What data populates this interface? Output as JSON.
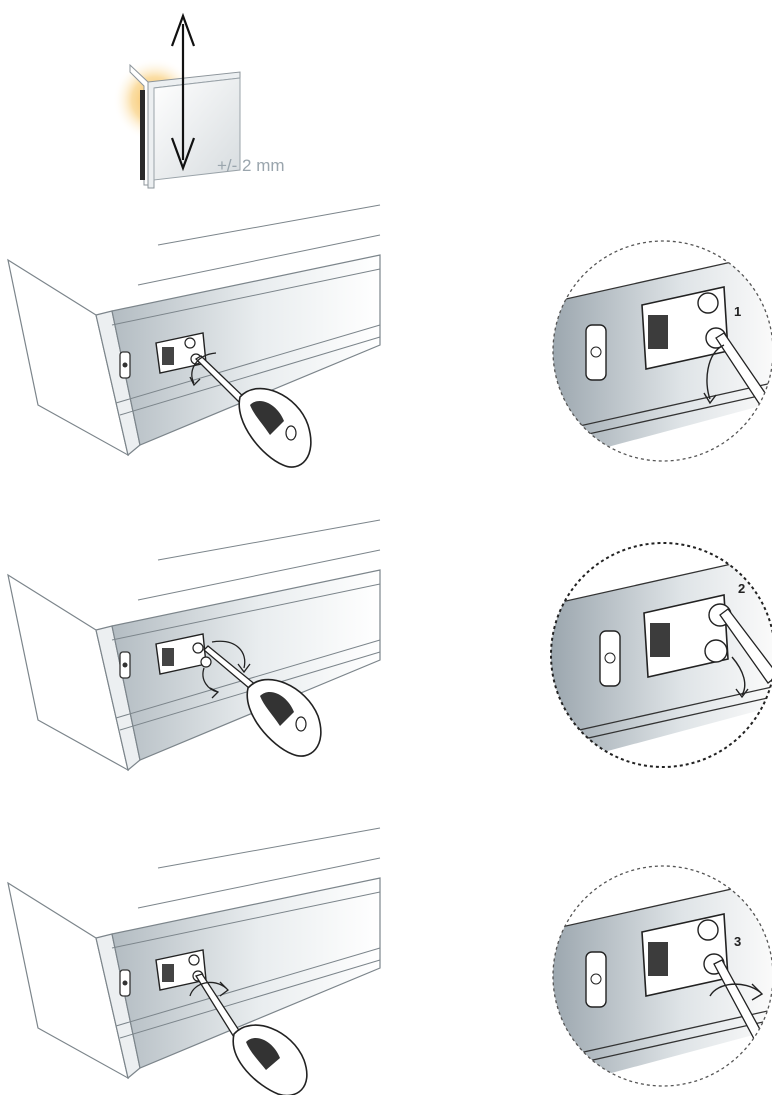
{
  "height_adjustment": {
    "label": "+/- 2 mm"
  },
  "steps": [
    {
      "number": "1"
    },
    {
      "number": "2"
    },
    {
      "number": "3"
    }
  ],
  "icons": {
    "arrow": "double-vertical-arrow-icon",
    "screwdriver": "screwdriver-icon",
    "rotation": "rotation-arrow-icon"
  }
}
